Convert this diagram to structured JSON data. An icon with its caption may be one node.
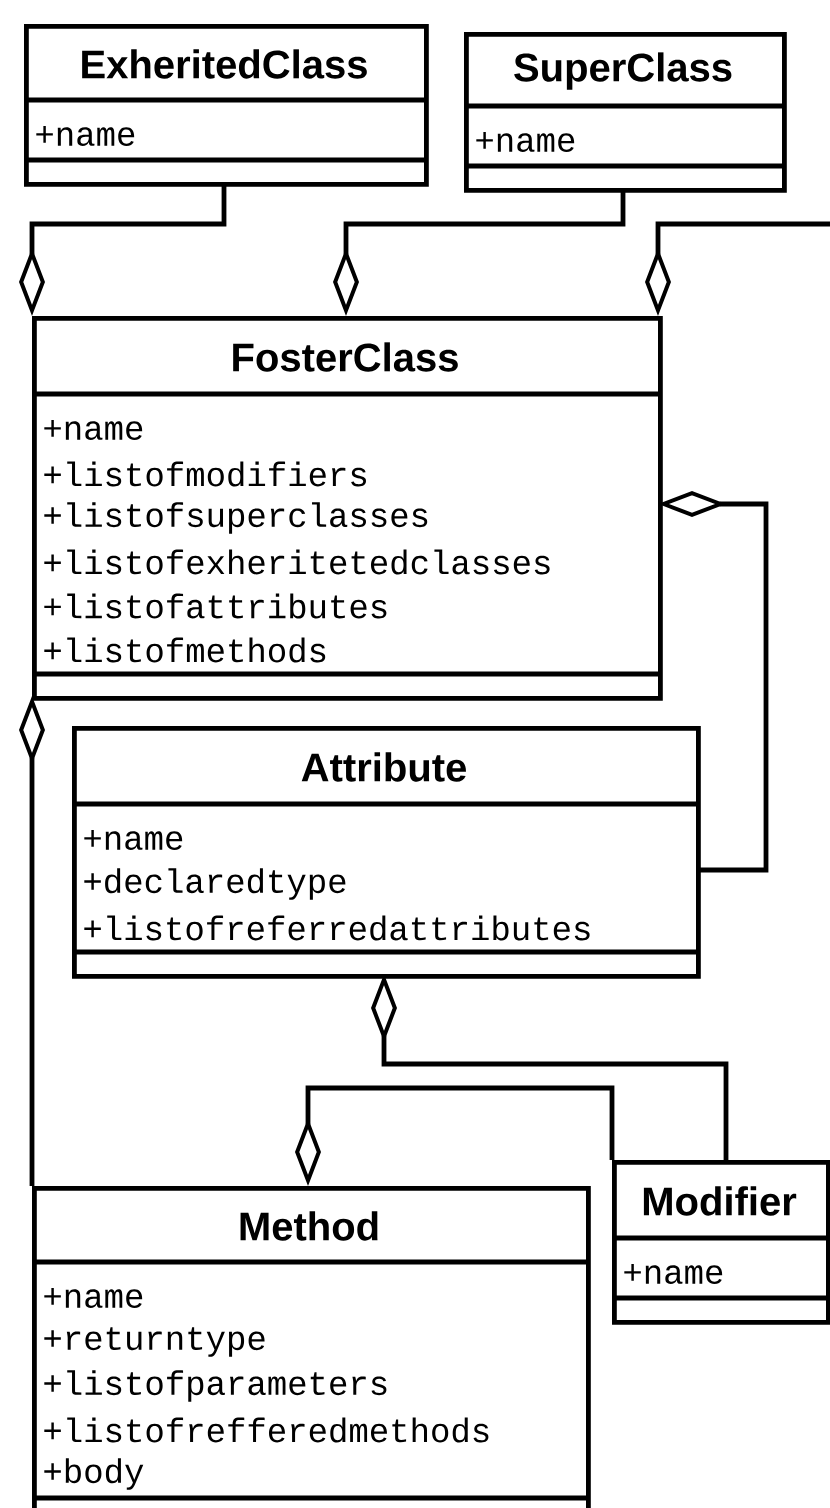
{
  "diagram": {
    "nodes": [
      {
        "text": [
          "ExheritedClass",
          "+name"
        ]
      },
      {
        "text": [
          "SuperClass",
          "+name"
        ]
      },
      {
        "text": [
          "FosterClass",
          "+name",
          "+listofmodifiers",
          "+listofsuperclasses",
          "+listofexheritetedclasses",
          "+listofattributes",
          "+listofmethods"
        ]
      },
      {
        "text": [
          "Attribute",
          "+name",
          "+declaredtype",
          "+listofreferredattributes"
        ]
      },
      {
        "text": [
          "Method",
          "+name",
          "+returntype",
          "+listofparameters",
          "+listofrefferedmethods",
          "+body"
        ]
      },
      {
        "text": [
          "Modifier",
          "+name"
        ]
      }
    ],
    "edges": [
      {
        "from": 0,
        "to": 2,
        "arrow": "other"
      },
      {
        "from": 1,
        "to": 2,
        "arrow": "other"
      },
      {
        "from": null,
        "to": 2,
        "arrow": "other"
      },
      {
        "from": 3,
        "to": 2,
        "arrow": "other"
      },
      {
        "from": 4,
        "to": 2,
        "arrow": "other"
      },
      {
        "from": 5,
        "to": 3,
        "arrow": "other"
      },
      {
        "from": 5,
        "to": 4,
        "arrow": "other"
      }
    ]
  }
}
